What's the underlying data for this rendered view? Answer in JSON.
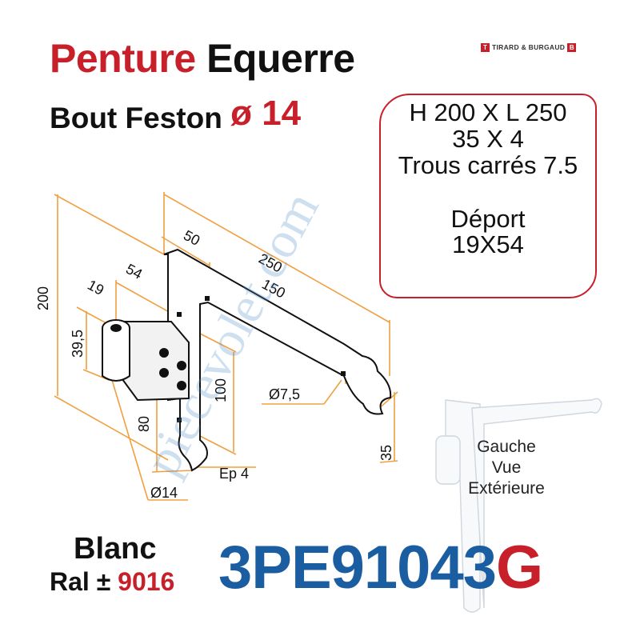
{
  "title": {
    "word1": "Penture",
    "word2": "Equerre"
  },
  "subtitle": {
    "text": "Bout Feston",
    "diameter": "ø 14"
  },
  "brand": {
    "name": "TIRARD & BURGAUD",
    "mark_left": "T",
    "mark_right": "B"
  },
  "specs": {
    "line1": "H 200 X L 250",
    "line2": "35 X 4",
    "line3": "Trous carrés 7.5",
    "line4": "Déport",
    "line5": "19X54"
  },
  "dimensions": {
    "d200": "200",
    "d50": "50",
    "d250": "250",
    "d54": "54",
    "d150": "150",
    "d19": "19",
    "d39_5": "39,5",
    "d100": "100",
    "d80": "80",
    "hole": "Ø7,5",
    "d35": "35",
    "ep": "Ep 4",
    "pin": "Ø14"
  },
  "orientation": {
    "line1": "Gauche",
    "line2": "Vue",
    "line3": "Extérieure"
  },
  "color": {
    "name": "Blanc",
    "ral_prefix": "Ral ±",
    "ral_code": "9016"
  },
  "reference": {
    "main": "3PE91043",
    "suffix": "G"
  },
  "watermark": "piecevolet.com",
  "colors": {
    "red": "#c8202a",
    "blue": "#1b5da1",
    "dim_orange": "#f0a040"
  }
}
